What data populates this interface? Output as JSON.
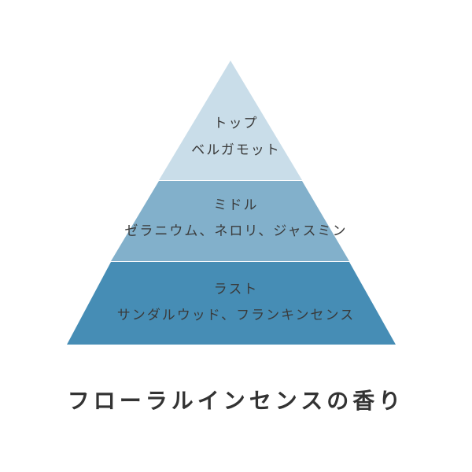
{
  "diagram": {
    "type": "fragrance-note-pyramid",
    "title": "フローラルインセンスの香り",
    "tiers": [
      {
        "name": "トップ",
        "notes": "ベルガモット",
        "color": "#c9dde9"
      },
      {
        "name": "ミドル",
        "notes": "ゼラニウム、ネロリ、ジャスミン",
        "color": "#82b0cb"
      },
      {
        "name": "ラスト",
        "notes": "サンダルウッド、フランキンセンス",
        "color": "#468db5"
      }
    ]
  }
}
